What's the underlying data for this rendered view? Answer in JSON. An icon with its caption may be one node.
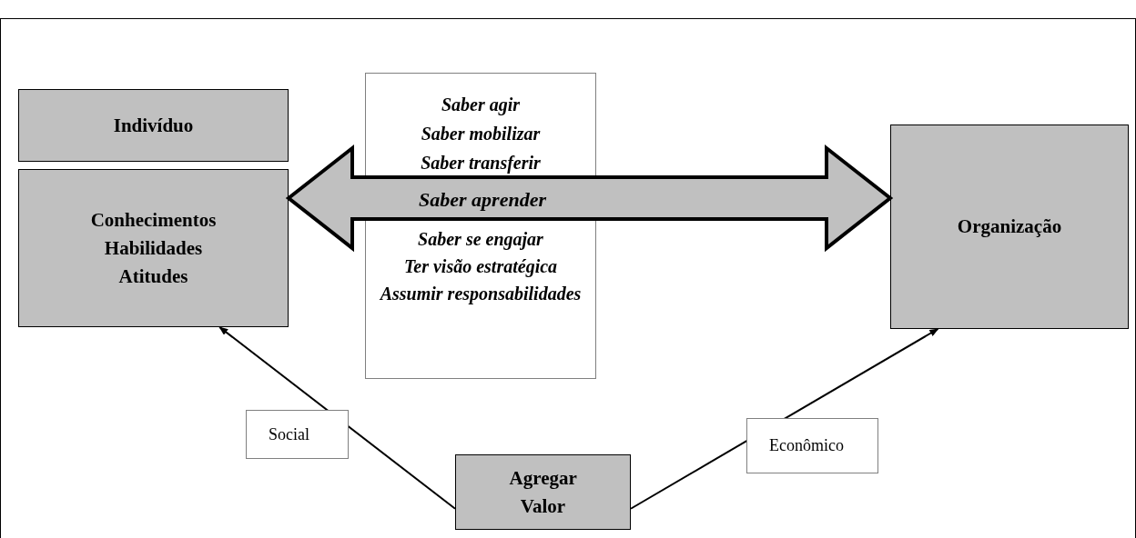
{
  "diagram": {
    "nodes": [
      {
        "text": [
          "Indivíduo"
        ]
      },
      {
        "text": [
          "Conhecimentos Habilidades Atitudes"
        ]
      },
      {
        "text": [
          "Saber agir",
          "Saber mobilizar",
          "Saber transferir",
          "Saber se engajar",
          "Ter visão estratégica",
          "Assumir responsabilidades"
        ]
      },
      {
        "text": [
          "Organização"
        ]
      },
      {
        "text": [
          "Agregar Valor"
        ]
      }
    ],
    "edges": [
      {
        "from": 1,
        "to": 3,
        "arrow": "both",
        "label": "Saber aprender",
        "style": "thick"
      },
      {
        "from": 4,
        "to": 1,
        "arrow": "to",
        "label": "Social"
      },
      {
        "from": 4,
        "to": 3,
        "arrow": "to",
        "label": "Econômico"
      }
    ]
  }
}
